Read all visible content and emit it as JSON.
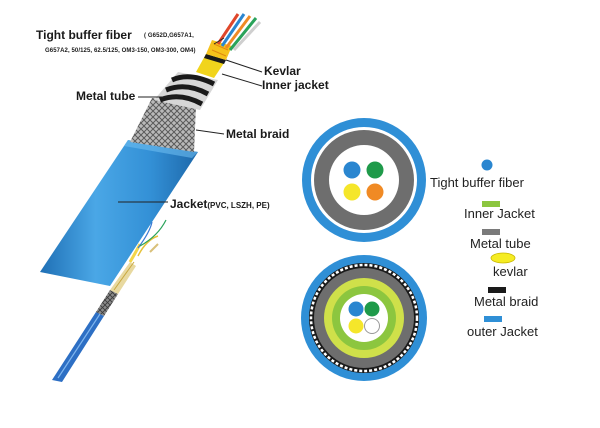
{
  "cable_callouts": {
    "tight_buffer_fiber": "Tight buffer fiber",
    "fiber_models_line1": "( G652D,G657A1,",
    "fiber_models_line2": "G657A2,  50/125, 62.5/125,  OM3-150,  OM3-300,  OM4)",
    "kevlar": "Kevlar",
    "inner_jacket": "Inner jacket",
    "metal_tube": "Metal tube",
    "metal_braid": "Metal braid",
    "jacket": "Jacket",
    "jacket_materials": "(PVC, LSZH, PE)"
  },
  "legend": {
    "items": [
      {
        "label": "Tight buffer fiber",
        "color": "#2a86d0"
      },
      {
        "label": "Inner Jacket",
        "color": "#8cc63f"
      },
      {
        "label": "Metal tube",
        "color": "#7a7a7a"
      },
      {
        "label": "kevlar",
        "color": "#f5ec23"
      },
      {
        "label": "Metal braid",
        "color": "#1a1a1a"
      },
      {
        "label": "outer Jacket",
        "color": "#2f8fd6"
      }
    ]
  },
  "colors": {
    "outer_jacket": "#2f8fd6",
    "inner_jacket": "#8cc63f",
    "metal_tube": "#6e6e6e",
    "kevlar": "#f5ec23",
    "metal_braid": "#1a1a1a",
    "fiber_blue": "#2a86d0",
    "fiber_green": "#1f9a4a",
    "fiber_yellow": "#f5e62a",
    "fiber_orange": "#f08a24",
    "fiber_white": "#ffffff"
  }
}
